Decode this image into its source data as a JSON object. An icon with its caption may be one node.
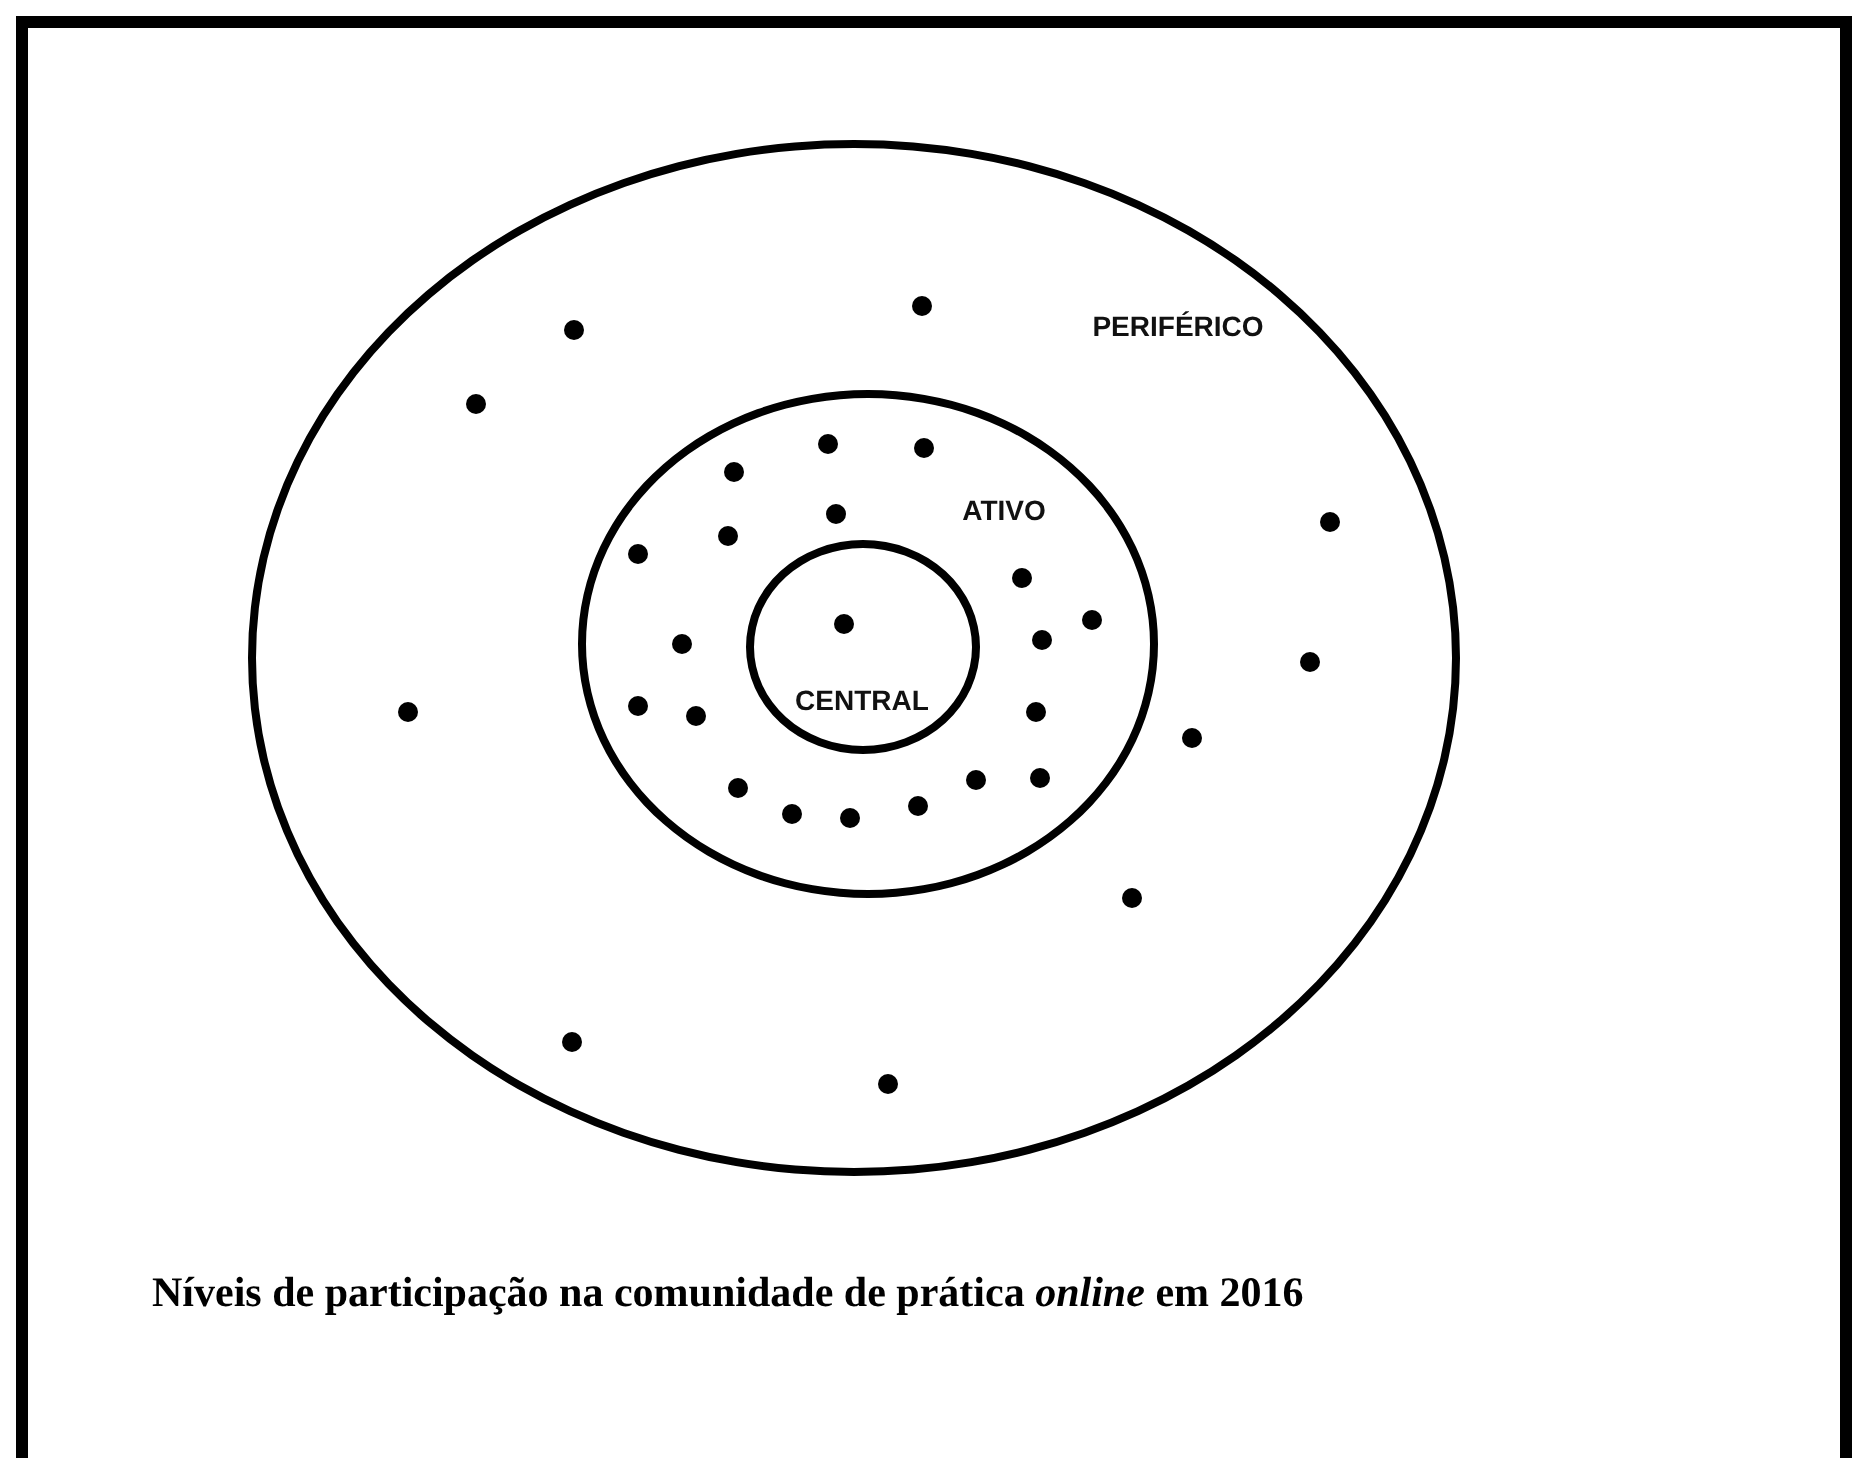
{
  "diagram": {
    "caption": "Níveis de participação na comunidade de prática *online* em 2016",
    "nodes": [
      {
        "text": [
          "PERIFÉRICO"
        ]
      },
      {
        "text": [
          "ATIVO"
        ],
        "in": 0
      },
      {
        "text": [
          "CENTRAL"
        ],
        "in": 1
      }
    ]
  }
}
